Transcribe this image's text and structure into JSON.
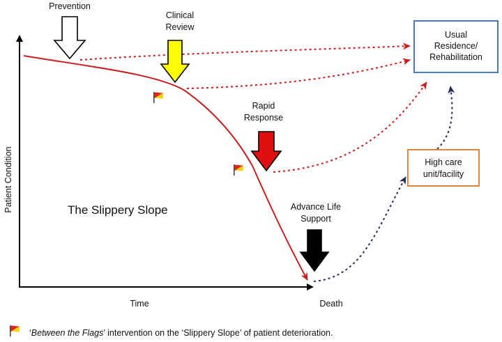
{
  "labels": {
    "prevention": "Prevention",
    "clinical_review": [
      "Clinical",
      "Review"
    ],
    "rapid_response": [
      "Rapid",
      "Response"
    ],
    "advance_life_support": [
      "Advance Life",
      "Support"
    ],
    "slippery_slope": "The Slippery Slope",
    "y_axis": "Patient Condition",
    "x_axis": "Time",
    "death": "Death"
  },
  "boxes": {
    "usual_residence": [
      "Usual",
      "Residence/",
      "Rehabilitation"
    ],
    "high_care": [
      "High care",
      "unit/facility"
    ]
  },
  "caption": {
    "prefix": "‘",
    "italic": "Between the Flags",
    "rest": "’ intervention on the ‘Slippery Slope’ of patient deterioration."
  },
  "colors": {
    "curve": "#c81e1e",
    "prevention_arrow": "#ffffff",
    "clinical_arrow": "#ffff00",
    "rapid_arrow": "#e01010",
    "als_arrow": "#000000",
    "residence_border": "#4a78c8",
    "high_care_border": "#e0843a",
    "navy_dotted": "#1f2a66"
  },
  "icons": [
    "flag-icon"
  ]
}
